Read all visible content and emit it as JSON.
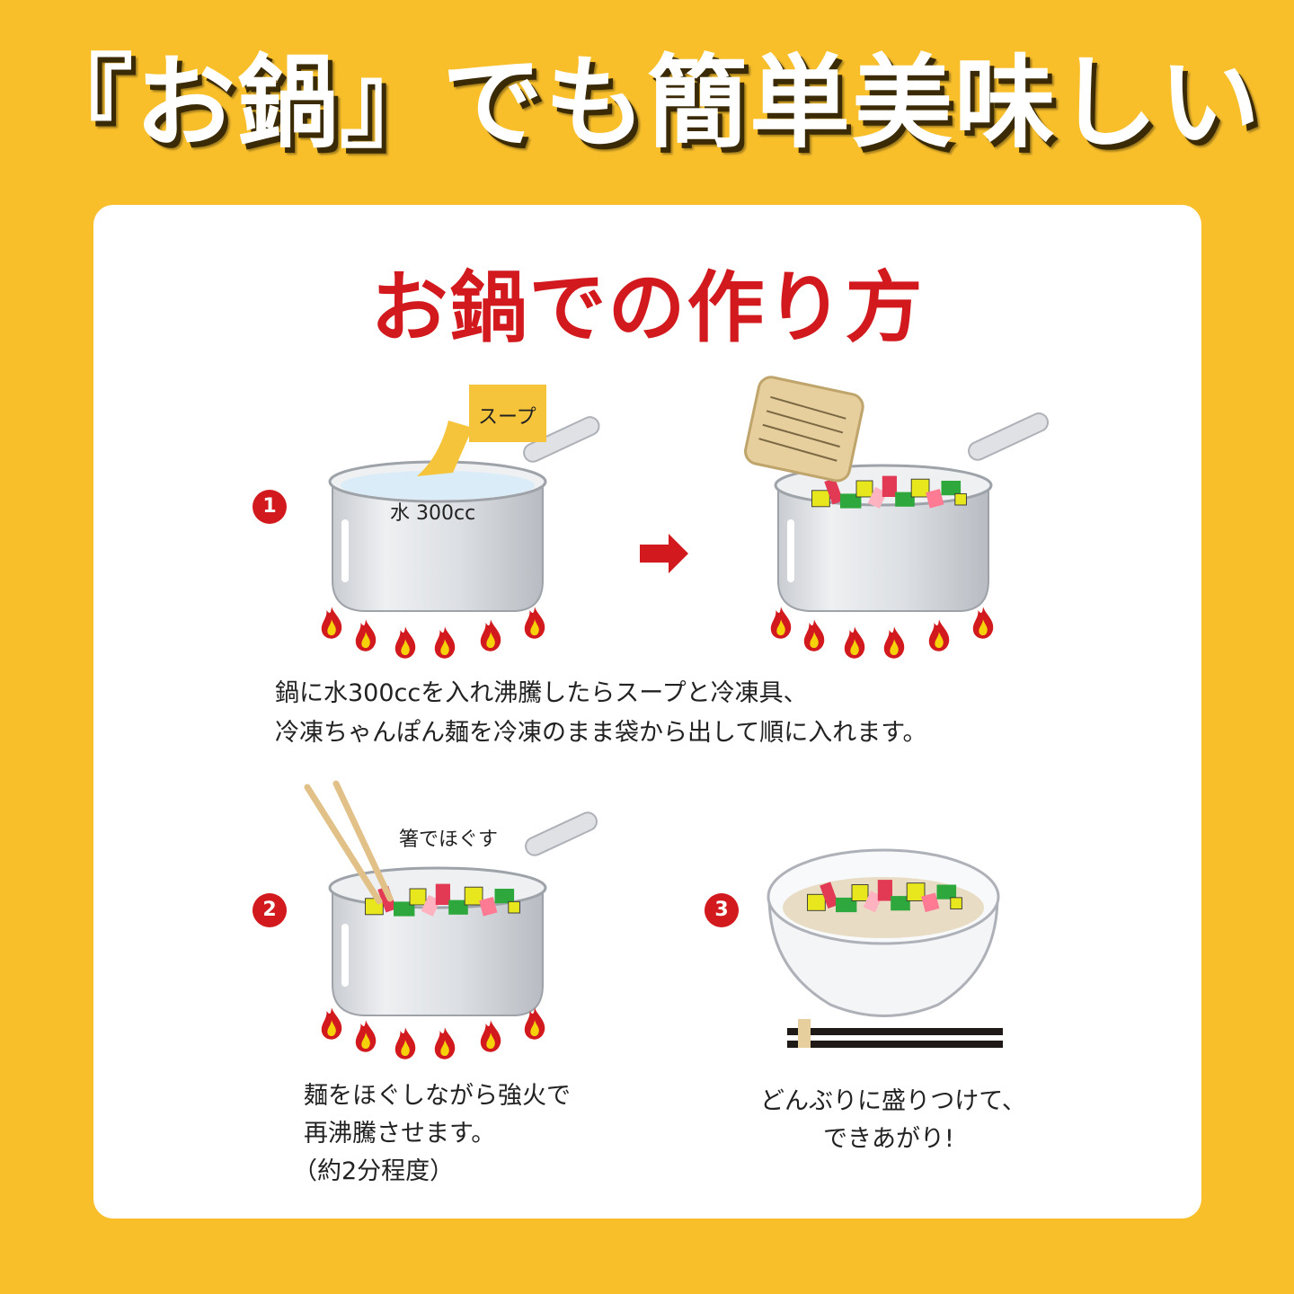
{
  "headline": "『お鍋』でも簡単美味しい",
  "card": {
    "title": "お鍋での作り方",
    "step1": {
      "number": "1",
      "soup_label": "スープ",
      "water_label": "水 300cc",
      "caption_line1": "鍋に水300ccを入れ沸騰したらスープと冷凍具、",
      "caption_line2": "冷凍ちゃんぽん麺を冷凍のまま袋から出して順に入れます。"
    },
    "step2": {
      "number": "2",
      "chopsticks_label": "箸でほぐす",
      "caption_line1": "麺をほぐしながら強火で",
      "caption_line2": "再沸騰させます。",
      "caption_line3": "（約2分程度）"
    },
    "step3": {
      "number": "3",
      "caption_line1": "どんぶりに盛りつけて、",
      "caption_line2": "できあがり!"
    }
  },
  "colors": {
    "background": "#f8bf2b",
    "accent_red": "#d21a1e",
    "card": "#ffffff"
  }
}
